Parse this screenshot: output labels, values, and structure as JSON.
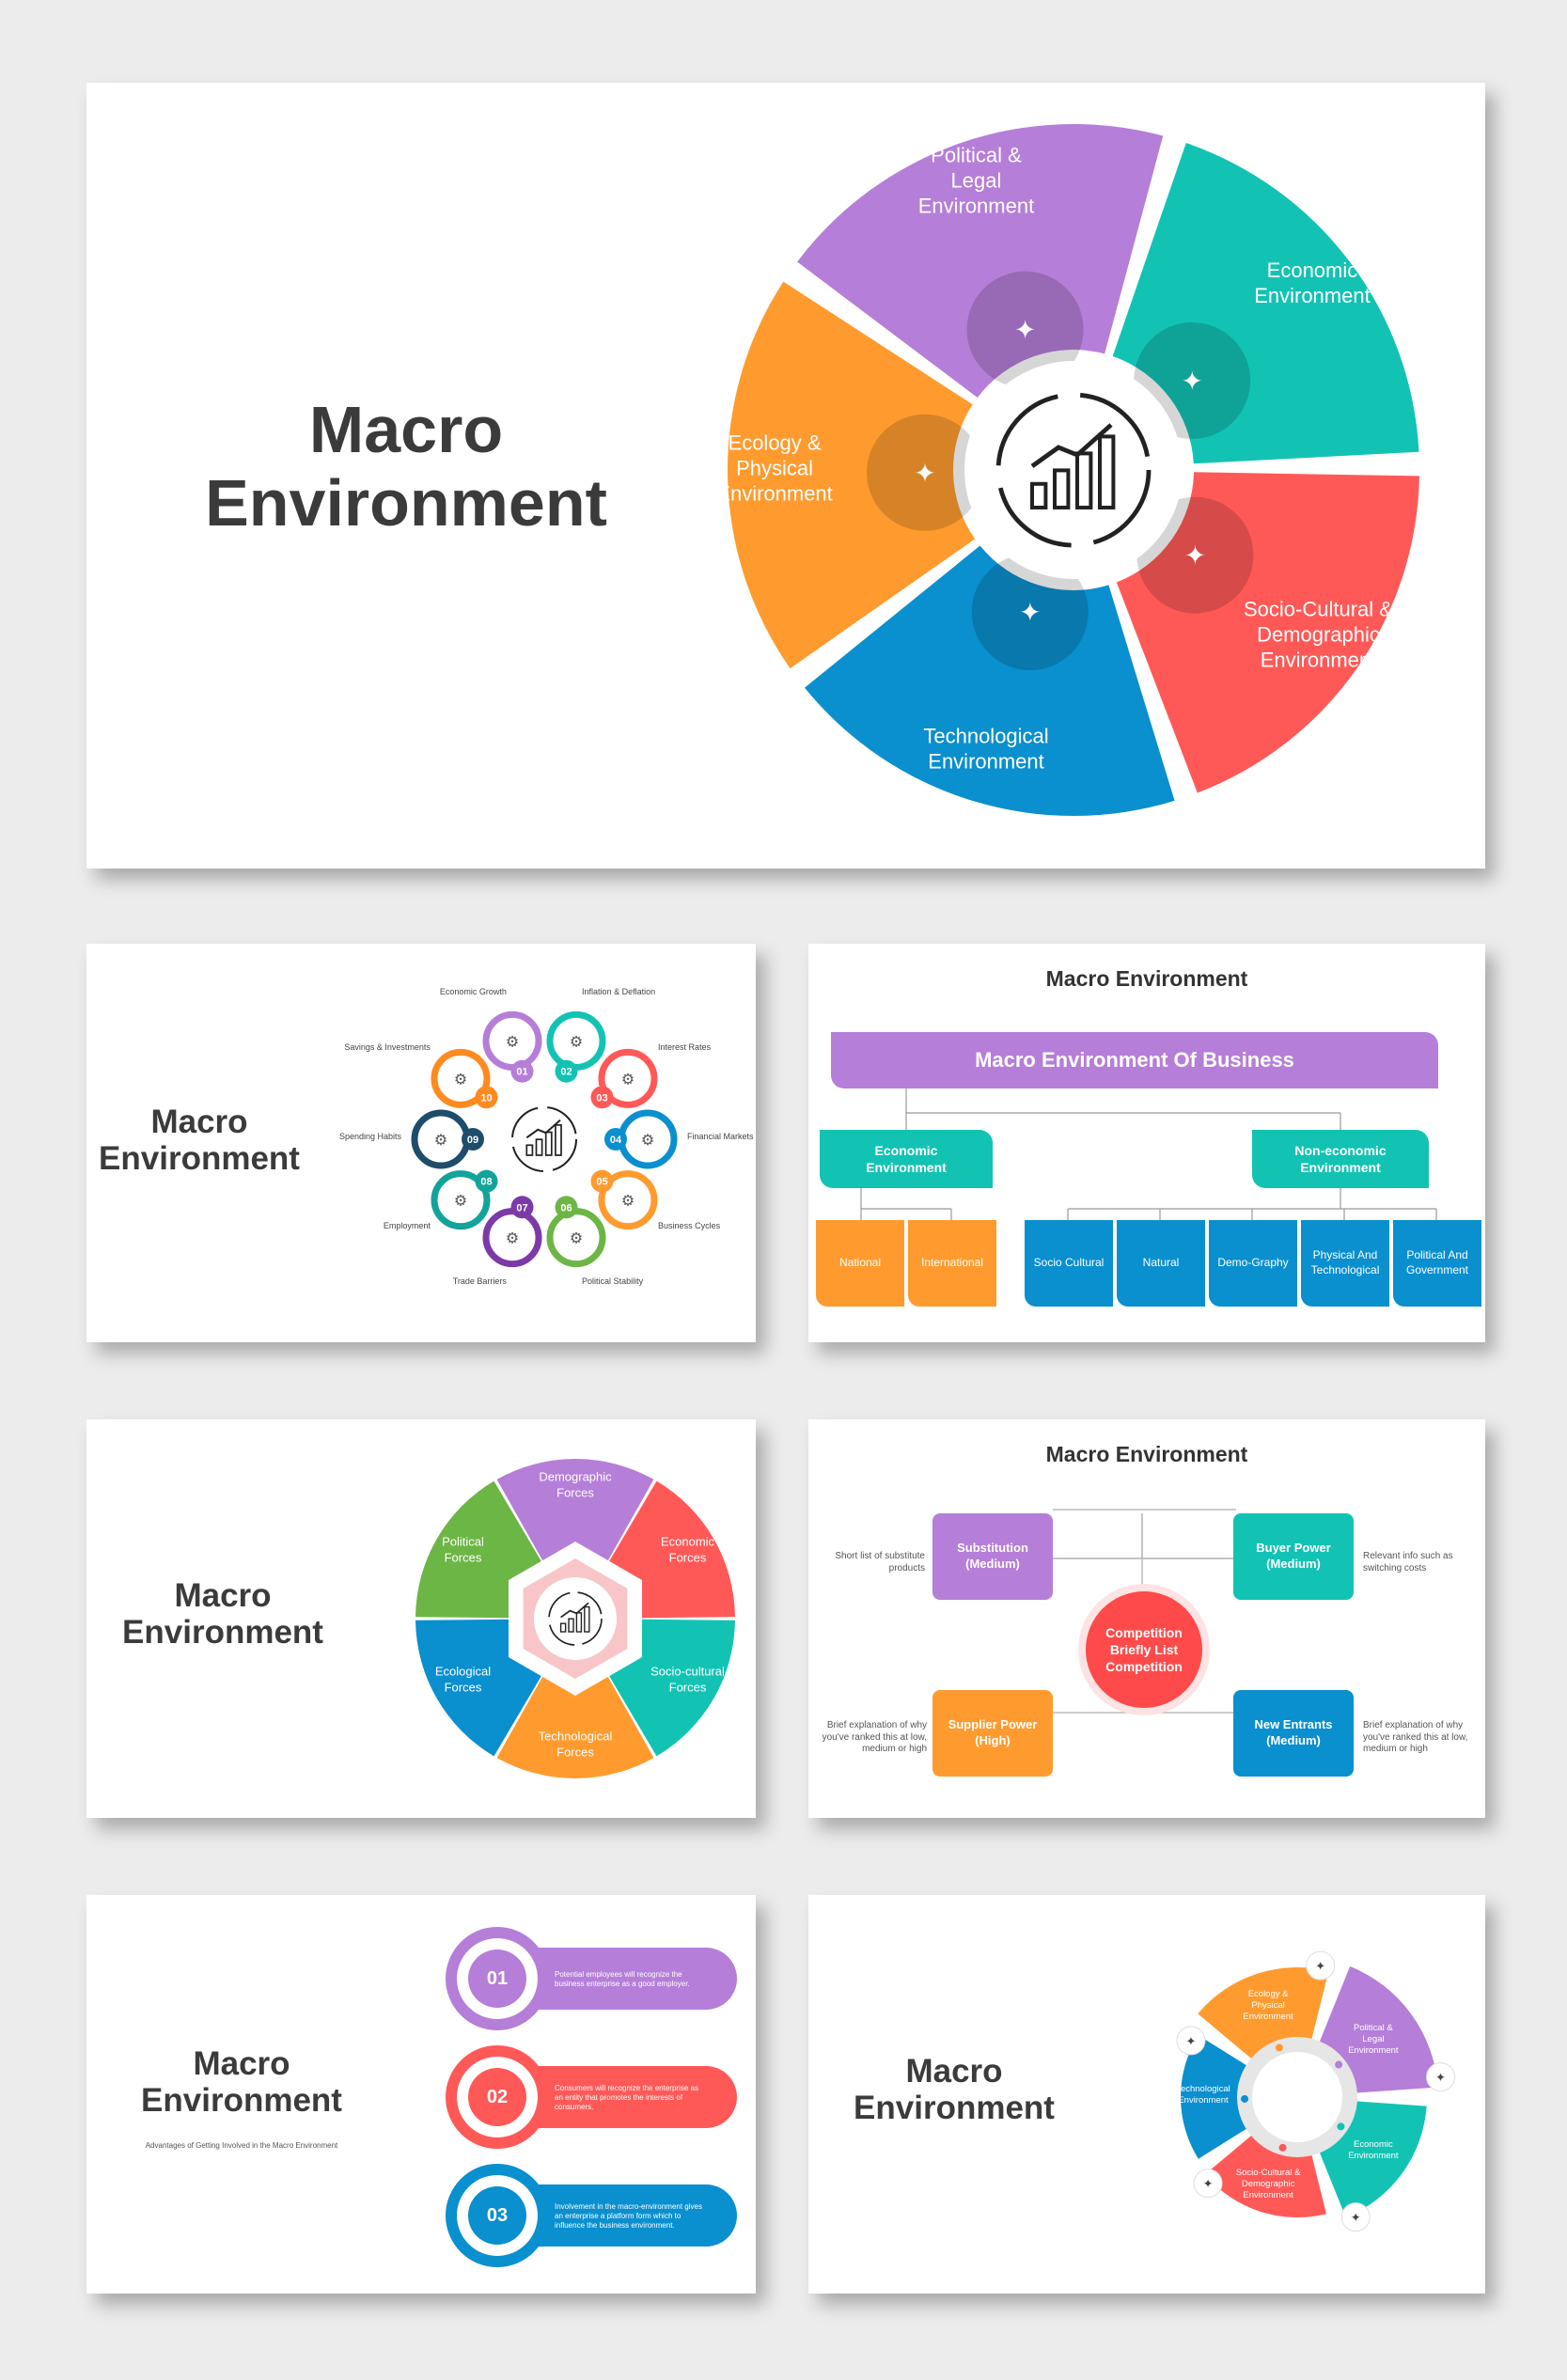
{
  "main_title": "Macro Environment",
  "colors": {
    "purple": "#b57ed8",
    "teal": "#12c3b4",
    "orange": "#ff9b2e",
    "blue": "#0a8fcf",
    "red": "#ff5957",
    "green": "#6cb645",
    "navy": "#1e4d6b"
  },
  "slide1": {
    "segments": [
      {
        "label": "Political & Legal Environment",
        "icon": "contract-icon",
        "color": "#b57ed8"
      },
      {
        "label": "Economic Environment",
        "icon": "money-plant-icon",
        "color": "#12c3b4"
      },
      {
        "label": "Socio-Cultural & Demographic Environment",
        "icon": "handshake-icon",
        "color": "#ff5957"
      },
      {
        "label": "Technological Environment",
        "icon": "lightbulb-icon",
        "color": "#0a8fcf"
      },
      {
        "label": "Ecology & Physical Environment",
        "icon": "earth-plant-icon",
        "color": "#ff9b2e"
      }
    ],
    "center_icon": "growth-chart-icon"
  },
  "slide2": {
    "items": [
      {
        "num": "01",
        "label": "Economic Growth",
        "color": "#b57ed8"
      },
      {
        "num": "02",
        "label": "Inflation & Deflation",
        "color": "#12c3b4"
      },
      {
        "num": "03",
        "label": "Interest Rates",
        "color": "#ff5957"
      },
      {
        "num": "04",
        "label": "Financial Markets",
        "color": "#0a8fcf"
      },
      {
        "num": "05",
        "label": "Business Cycles",
        "color": "#ff9b2e"
      },
      {
        "num": "06",
        "label": "Political Stability",
        "color": "#6cb645"
      },
      {
        "num": "07",
        "label": "Trade Barriers",
        "color": "#7b3aa8"
      },
      {
        "num": "08",
        "label": "Employment",
        "color": "#12a39a"
      },
      {
        "num": "09",
        "label": "Spending Habits",
        "color": "#1e4d6b"
      },
      {
        "num": "10",
        "label": "Savings & Investments",
        "color": "#ff8a1f"
      }
    ]
  },
  "slide3": {
    "heading": "Macro Environment",
    "root": "Macro Environment Of Business",
    "economic": "Economic Environment",
    "non_economic": "Non-economic Environment",
    "economic_children": [
      "National",
      "International"
    ],
    "non_economic_children": [
      "Socio Cultural",
      "Natural",
      "Demo-Graphy",
      "Physical And Technological",
      "Political And Government"
    ]
  },
  "slide4": {
    "segments": [
      {
        "label": "Demographic Forces",
        "color": "#b57ed8"
      },
      {
        "label": "Economic Forces",
        "color": "#ff5957"
      },
      {
        "label": "Socio-cultural Forces",
        "color": "#12c3b4"
      },
      {
        "label": "Technological Forces",
        "color": "#ff9b2e"
      },
      {
        "label": "Ecological Forces",
        "color": "#0a8fcf"
      },
      {
        "label": "Political Forces",
        "color": "#6cb645"
      }
    ]
  },
  "slide5": {
    "heading": "Macro Environment",
    "center": "Competition Briefly List Competition",
    "substitution": "Substitution (Medium)",
    "buyer": "Buyer Power (Medium)",
    "supplier": "Supplier Power (High)",
    "entrants": "New Entrants (Medium)",
    "note_substitution": "Short list of substitute products",
    "note_buyer": "Relevant info such as switching costs",
    "note_supplier": "Brief explanation of why you've ranked this at low, medium or high",
    "note_entrants": "Brief explanation of why you've ranked this at low, medium or high"
  },
  "slide6": {
    "subtitle": "Advantages of Getting Involved in the Macro Environment",
    "items": [
      {
        "num": "01",
        "text": "Potential employees will recognize the business enterprise as a good employer.",
        "color": "#b57ed8"
      },
      {
        "num": "02",
        "text": "Consumers will recognize the enterprise as an entity that promotes the interests of consumers.",
        "color": "#ff5957"
      },
      {
        "num": "03",
        "text": "Involvement in the macro-environment gives an enterprise a platform form which to influence the business environment.",
        "color": "#0a8fcf"
      }
    ]
  },
  "slide7": {
    "segments": [
      {
        "label": "Ecology & Physical Environment",
        "color": "#ff9b2e"
      },
      {
        "label": "Political & Legal Environment",
        "color": "#b57ed8"
      },
      {
        "label": "Economic Environment",
        "color": "#12c3b4"
      },
      {
        "label": "Socio-Cultural & Demographic Environment",
        "color": "#ff5957"
      },
      {
        "label": "Technological Environment",
        "color": "#0a8fcf"
      }
    ]
  }
}
